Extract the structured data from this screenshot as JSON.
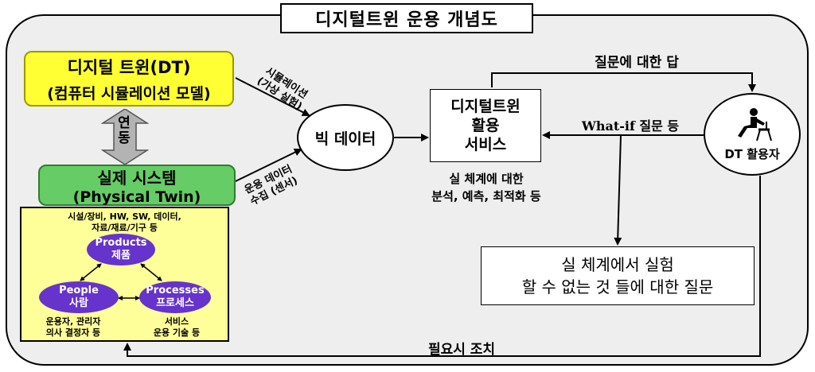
{
  "title": "디지털트윈 운용 개념도",
  "digital_twin": {
    "line1": "디지털 트윈(DT)",
    "line2": "(컴퓨터 시뮬레이션 모델)"
  },
  "link_label": "연동",
  "physical_system": {
    "line1": "실제 시스템",
    "line2": "(Physical Twin)"
  },
  "physical_details": {
    "top_line1": "시설/장비, HW, SW, 데이터,",
    "top_line2": "자료/재료/기구 등",
    "products_en": "Products",
    "products_ko": "제품",
    "people_en": "People",
    "people_ko": "사람",
    "processes_en": "Processes",
    "processes_ko": "프로세스",
    "people_note1": "운용자, 관리자",
    "people_note2": "의사 결정자 등",
    "process_note1": "서비스",
    "process_note2": "운용 기술 등"
  },
  "sim_label": {
    "line1": "시뮬레이션",
    "line2": "(가상 실험)"
  },
  "sensor_label": {
    "line1": "운용 데이터",
    "line2": "수집 (센서)"
  },
  "big_data": "빅 데이터",
  "service": {
    "line1": "디지털트윈",
    "line2": "활용",
    "line3": "서비스"
  },
  "service_note": {
    "line1": "실 체계에 대한",
    "line2": "분석, 예측, 최적화 등"
  },
  "answer_label": "질문에 대한 답",
  "whatif_label": "What-if 질문 등",
  "user_label": "DT 활용자",
  "question_box": {
    "line1": "실 체계에서 실험",
    "line2": "할 수 없는 것 들에 대한 질문"
  },
  "action_label": "필요시 조치",
  "colors": {
    "dt_fill": "#ffff33",
    "ps_fill": "#66cc66",
    "pt_fill": "#ffff99",
    "node_fill": "#6633cc",
    "bg": "#eeeeee"
  }
}
